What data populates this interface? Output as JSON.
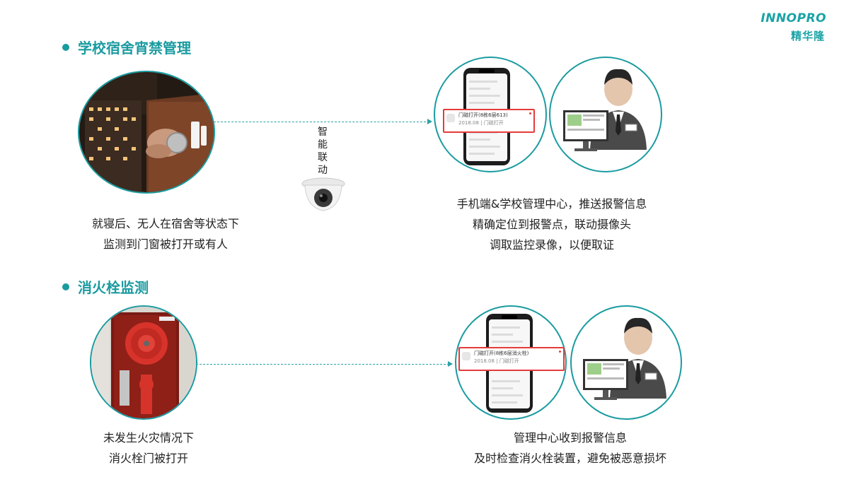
{
  "brand": {
    "name_en": "INNOPRO",
    "name_cn": "精华隆"
  },
  "section1": {
    "title": "学校宿舍宵禁管理",
    "link_label": [
      "智",
      "能",
      "联",
      "动"
    ],
    "left_caption": [
      "就寝后、无人在宿舍等状态下",
      "监测到门窗被打开或有人"
    ],
    "right_caption": [
      "手机端&学校管理中心，推送报警信息",
      "精确定位到报警点，联动摄像头",
      "调取监控录像，以便取证"
    ],
    "phone_alert": {
      "title": "门磁打开(8栋6层613)",
      "detail": "2018.08 | 门磁打开"
    }
  },
  "section2": {
    "title": "消火栓监测",
    "left_caption": [
      "未发生火灾情况下",
      "消火栓门被打开"
    ],
    "right_caption": [
      "管理中心收到报警信息",
      "及时检查消火栓装置，避免被恶意损坏"
    ],
    "phone_alert": {
      "title": "门磁打开(8栋6层消火栓)",
      "detail": "2018.08 | 门磁打开"
    }
  },
  "colors": {
    "accent": "#1a9ba0",
    "alert": "#e63b3b"
  }
}
